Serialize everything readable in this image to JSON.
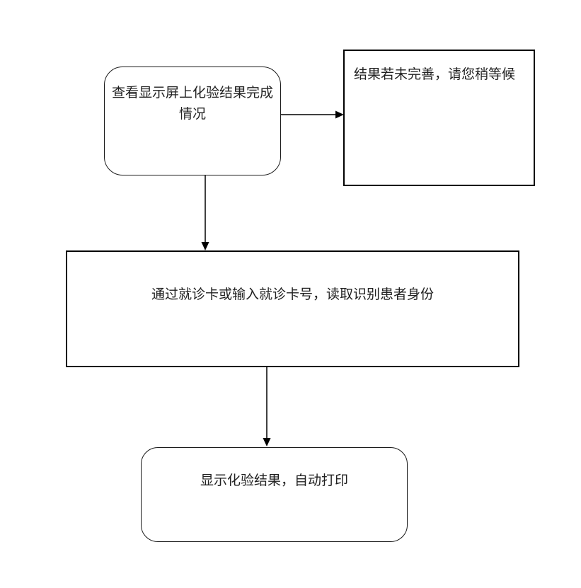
{
  "flowchart": {
    "colors": {
      "background": "#ffffff",
      "line": "#000000",
      "text": "#212121",
      "node_fill": "#ffffff"
    },
    "nodes": {
      "check_results": {
        "shape": "rounded-rectangle",
        "lines": [
          "查看显示屏上化验结果完成",
          "情况"
        ]
      },
      "wait_notice": {
        "shape": "rectangle",
        "label": "结果若未完善，请您稍等候"
      },
      "identify_patient": {
        "shape": "rectangle",
        "label": "通过就诊卡或输入就诊卡号，读取识别患者身份"
      },
      "print_results": {
        "shape": "rounded-rectangle",
        "label": "显示化验结果，自动打印"
      }
    },
    "arrows": [
      {
        "from": "check_results",
        "to": "wait_notice",
        "direction": "right"
      },
      {
        "from": "check_results",
        "to": "identify_patient",
        "direction": "down"
      },
      {
        "from": "identify_patient",
        "to": "print_results",
        "direction": "down"
      }
    ]
  }
}
